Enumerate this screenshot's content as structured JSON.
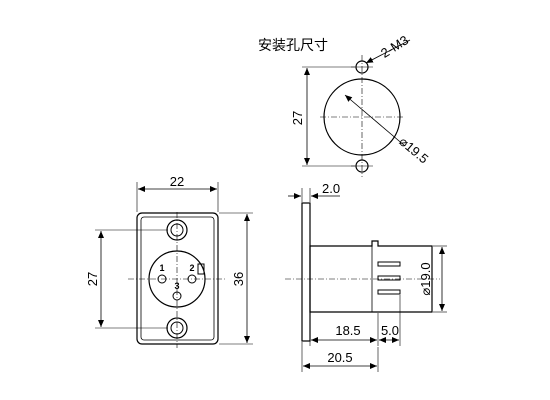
{
  "mounting_hole_view": {
    "title": "安装孔尺寸",
    "hole_label": "2-M3",
    "height_label": "27",
    "diameter_label": "⌀19.5"
  },
  "front_view": {
    "width_label": "22",
    "hole_spacing_label": "27",
    "height_label": "36",
    "pin_labels": [
      "1",
      "2",
      "3"
    ]
  },
  "side_view": {
    "flange_label": "2.0",
    "body_diameter_label": "⌀19.0",
    "body_length_label": "18.5",
    "pin_length_label": "5.0",
    "total_length_label": "20.5"
  }
}
